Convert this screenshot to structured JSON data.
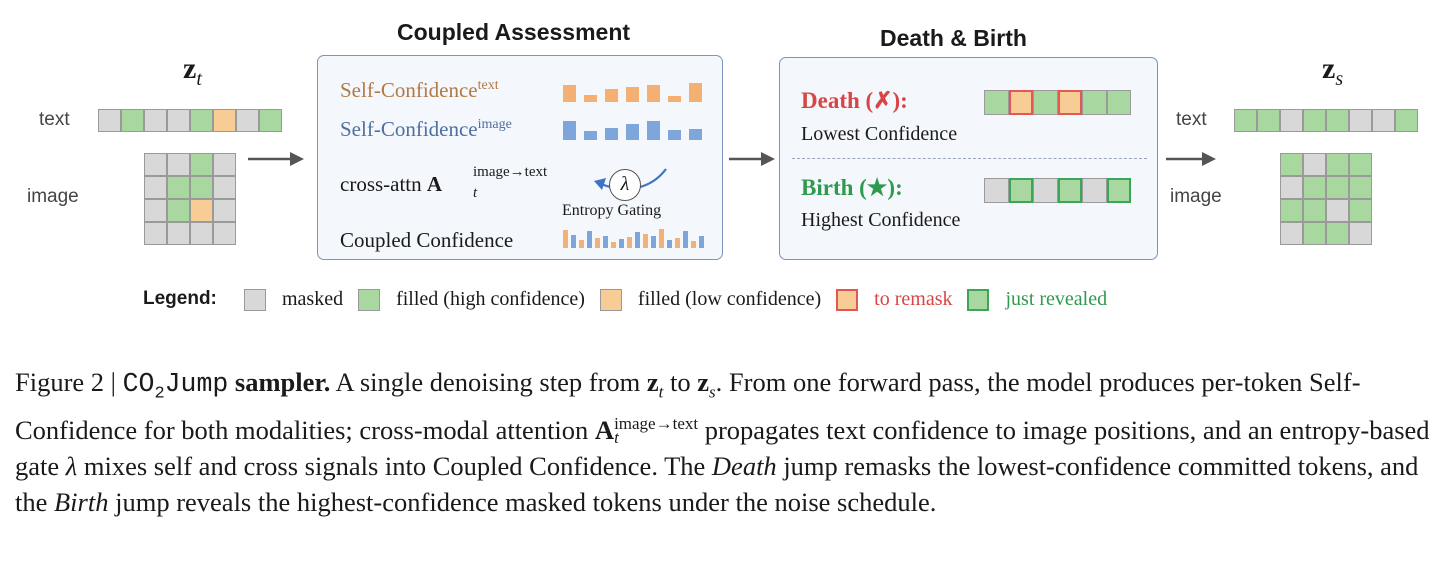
{
  "colors": {
    "masked": "#d8d8d8",
    "filled_high": "#a8d8a0",
    "filled_low": "#f7cc95",
    "to_remask": "#e35757",
    "just_revealed": "#3aa65a",
    "self_text": "#f3b072",
    "self_image": "#7ea6da",
    "panel_border": "#7f92b8",
    "panel_fill": "#f4f7fc",
    "death": "#d94545",
    "birth": "#2f9a4e",
    "text_brown": "#b07a45",
    "image_blue": "#4f6f9f"
  },
  "inputs": {
    "zt_title": "zt",
    "zs_title": "zs",
    "text_label": "text",
    "image_label": "image",
    "zt_text_tokens": [
      "masked",
      "filled_high",
      "masked",
      "masked",
      "filled_high",
      "filled_low",
      "masked",
      "filled_high"
    ],
    "zt_image_grid": [
      [
        "masked",
        "masked",
        "filled_high",
        "masked"
      ],
      [
        "masked",
        "filled_high",
        "filled_high",
        "masked"
      ],
      [
        "masked",
        "filled_high",
        "filled_low",
        "masked"
      ],
      [
        "masked",
        "masked",
        "masked",
        "masked"
      ]
    ],
    "zs_text_tokens": [
      "filled_high",
      "filled_high",
      "masked",
      "filled_high",
      "filled_high",
      "masked",
      "masked",
      "filled_high"
    ],
    "zs_image_grid": [
      [
        "filled_high",
        "masked",
        "filled_high",
        "filled_high"
      ],
      [
        "masked",
        "filled_high",
        "filled_high",
        "filled_high"
      ],
      [
        "filled_high",
        "filled_high",
        "masked",
        "filled_high"
      ],
      [
        "masked",
        "filled_high",
        "filled_high",
        "masked"
      ]
    ]
  },
  "coupled": {
    "title": "Coupled Assessment",
    "self_text_label": "Self-Confidence",
    "self_text_sup": "text",
    "self_image_label": "Self-Confidence",
    "self_image_sup": "image",
    "cross_attn_label": "cross-attn",
    "cross_attn_symbol": "A",
    "cross_attn_sup": "image→text",
    "cross_attn_sub": "t",
    "lambda_symbol": "λ",
    "entropy_label": "Entropy Gating",
    "coupled_label": "Coupled Confidence",
    "self_text_levels": [
      0.85,
      0.35,
      0.65,
      0.75,
      0.85,
      0.3,
      0.95
    ],
    "self_image_levels": [
      0.95,
      0.45,
      0.6,
      0.8,
      0.95,
      0.5,
      0.55
    ],
    "coupled_bars": [
      {
        "kind": "self_text",
        "level": 0.9
      },
      {
        "kind": "self_image",
        "level": 0.65
      },
      {
        "kind": "self_text",
        "level": 0.4
      },
      {
        "kind": "self_image",
        "level": 0.85
      },
      {
        "kind": "self_text",
        "level": 0.5
      },
      {
        "kind": "self_image",
        "level": 0.6
      },
      {
        "kind": "self_text",
        "level": 0.3
      },
      {
        "kind": "self_image",
        "level": 0.45
      },
      {
        "kind": "self_text",
        "level": 0.55
      },
      {
        "kind": "self_image",
        "level": 0.8
      },
      {
        "kind": "self_text",
        "level": 0.7
      },
      {
        "kind": "self_image",
        "level": 0.6
      },
      {
        "kind": "self_text",
        "level": 0.95
      },
      {
        "kind": "self_image",
        "level": 0.4
      },
      {
        "kind": "self_text",
        "level": 0.5
      },
      {
        "kind": "self_image",
        "level": 0.85
      },
      {
        "kind": "self_text",
        "level": 0.35
      },
      {
        "kind": "self_image",
        "level": 0.6
      }
    ]
  },
  "death_birth": {
    "title": "Death & Birth",
    "death_label": "Death",
    "death_symbol": "(✗):",
    "death_sub": "Lowest Confidence",
    "birth_label": "Birth",
    "birth_symbol": "(★):",
    "birth_sub": "Highest Confidence",
    "death_tokens": [
      "filled_high",
      "to_remask",
      "filled_high",
      "to_remask",
      "filled_high",
      "filled_high"
    ],
    "birth_tokens": [
      "masked",
      "just_revealed",
      "masked",
      "just_revealed",
      "masked",
      "just_revealed"
    ]
  },
  "legend": {
    "title": "Legend:",
    "items": [
      {
        "kind": "masked",
        "label": "masked"
      },
      {
        "kind": "filled_high",
        "label": "filled (high confidence)"
      },
      {
        "kind": "filled_low",
        "label": "filled (low confidence)"
      },
      {
        "kind": "to_remask",
        "label": "to remask"
      },
      {
        "kind": "just_revealed",
        "label": "just revealed"
      }
    ]
  },
  "caption": {
    "fig_label": "Figure 2 |",
    "name_pre": "CO",
    "name_sub": "2",
    "name_post": "Jump",
    "name_rest": "sampler.",
    "s1": "A single denoising step from",
    "zt": "z",
    "zt_sub": "t",
    "to": "to",
    "zs": "z",
    "zs_sub": "s",
    "s1_end": ". From one forward pass, the model produces per-token Self-Confidence for both modalities; cross-modal attention",
    "attn": "A",
    "attn_sub": "t",
    "attn_sup": "image→text",
    "s2": "propagates text confidence to image positions, and an entropy-based gate",
    "lambda": "λ",
    "s3": "mixes self and cross signals into Coupled Confidence. The",
    "death": "Death",
    "s4": "jump remasks the lowest-confidence committed tokens, and the",
    "birth": "Birth",
    "s5": "jump reveals the highest-confidence masked tokens under the noise schedule."
  }
}
